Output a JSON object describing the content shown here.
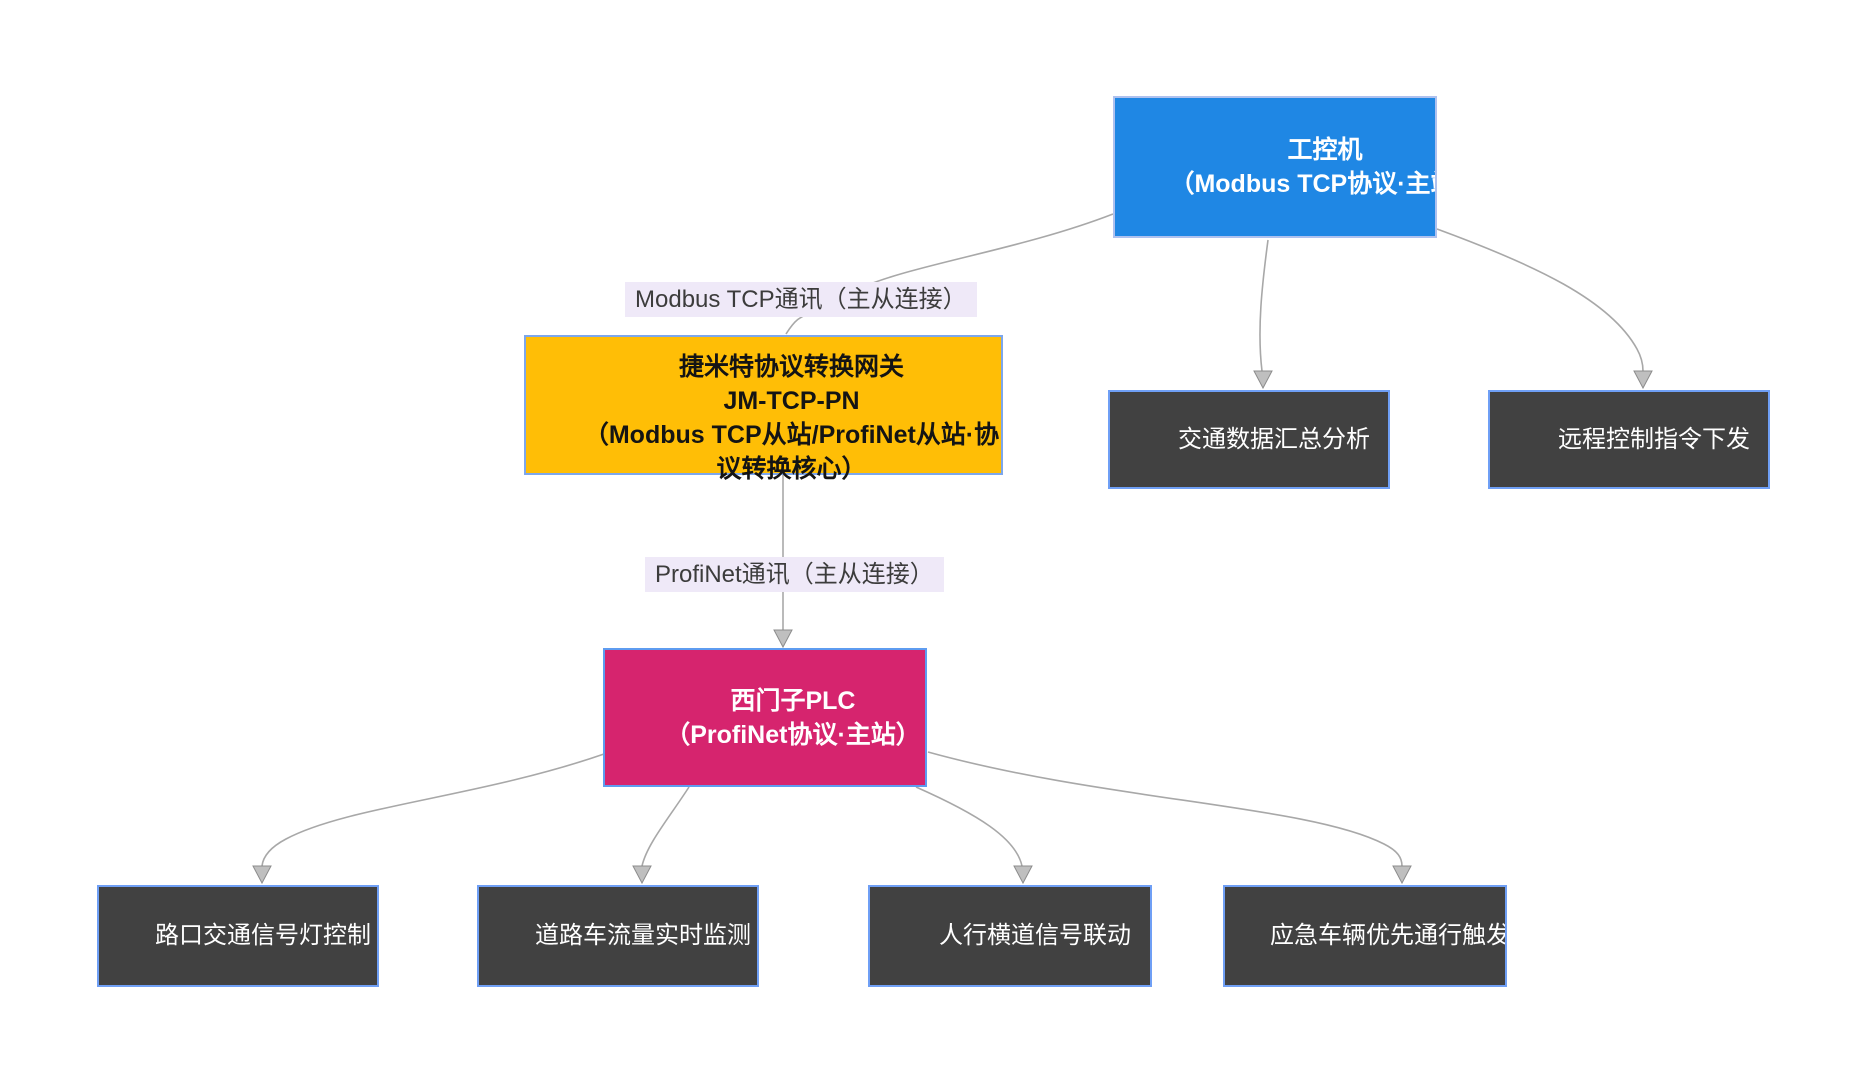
{
  "diagram": {
    "nodes": {
      "ipc": {
        "lines": [
          "工控机",
          "（Modbus TCP协议·主站）"
        ]
      },
      "gateway": {
        "lines": [
          "捷米特协议转换网关",
          "JM-TCP-PN",
          "（Modbus TCP从站/ProfiNet从站·协",
          "议转换核心）"
        ]
      },
      "plc": {
        "lines": [
          "西门子PLC",
          "（ProfiNet协议·主站）"
        ]
      },
      "analysis": {
        "label": "交通数据汇总分析"
      },
      "remote": {
        "label": "远程控制指令下发"
      },
      "light": {
        "label": "路口交通信号灯控制"
      },
      "flow": {
        "label": "道路车流量实时监测"
      },
      "crosswalk": {
        "label": "人行横道信号联动"
      },
      "emergency": {
        "label": "应急车辆优先通行触发"
      }
    },
    "edge_labels": {
      "modbus": "Modbus TCP通讯（主从连接）",
      "profinet": "ProfiNet通讯（主从连接）"
    },
    "colors": {
      "ipc_fill": "#1F87E4",
      "gateway_fill": "#FFBE06",
      "plc_fill": "#D6246E",
      "dark_fill": "#414141",
      "node_border": "#6F9FF5",
      "edge_line": "#A8A8A8",
      "arrow_fill": "#BFBFBF",
      "edge_label_bg": "#EFE9F8"
    }
  }
}
